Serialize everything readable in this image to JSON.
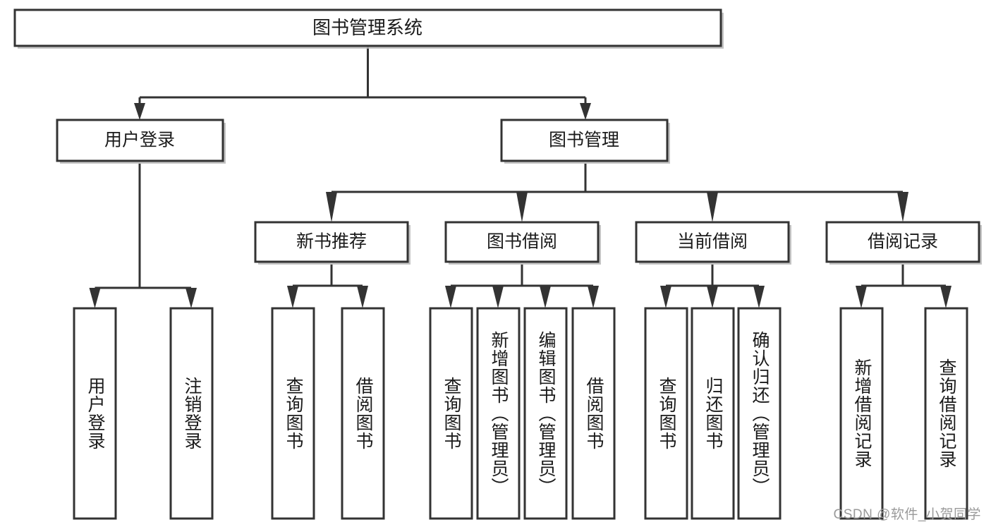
{
  "diagram": {
    "title": "图书管理系统",
    "type": "tree-hierarchy-diagram",
    "watermark": "CSDN @软件_小贺同学",
    "colors": {
      "box_stroke": "#333333",
      "box_fill": "#ffffff",
      "shadow": "#b8b8b8",
      "text": "#1a1a1a",
      "watermark_text": "#9a9a9a",
      "background": "#ffffff"
    },
    "levels": {
      "root": {
        "label": "图书管理系统"
      },
      "level2": [
        {
          "id": "user-login",
          "label": "用户登录"
        },
        {
          "id": "book-management",
          "label": "图书管理"
        }
      ],
      "level3": [
        {
          "id": "new-book-recommend",
          "label": "新书推荐",
          "parent": "book-management"
        },
        {
          "id": "book-borrow",
          "label": "图书借阅",
          "parent": "book-management"
        },
        {
          "id": "current-borrow",
          "label": "当前借阅",
          "parent": "book-management"
        },
        {
          "id": "borrow-record",
          "label": "借阅记录",
          "parent": "book-management"
        }
      ],
      "leaves": [
        {
          "id": "leaf-user-login",
          "label": "用户登录",
          "parent": "user-login"
        },
        {
          "id": "leaf-logout-login",
          "label": "注销登录",
          "parent": "user-login"
        },
        {
          "id": "leaf-query-book-1",
          "label": "查询图书",
          "parent": "new-book-recommend"
        },
        {
          "id": "leaf-borrow-book-1",
          "label": "借阅图书",
          "parent": "new-book-recommend"
        },
        {
          "id": "leaf-query-book-2",
          "label": "查询图书",
          "parent": "book-borrow"
        },
        {
          "id": "leaf-add-book",
          "label": "新增图书（管理员）",
          "parent": "book-borrow"
        },
        {
          "id": "leaf-edit-book",
          "label": "编辑图书（管理员）",
          "parent": "book-borrow"
        },
        {
          "id": "leaf-borrow-book-2",
          "label": "借阅图书",
          "parent": "book-borrow"
        },
        {
          "id": "leaf-query-book-3",
          "label": "查询图书",
          "parent": "current-borrow"
        },
        {
          "id": "leaf-return-book",
          "label": "归还图书",
          "parent": "current-borrow"
        },
        {
          "id": "leaf-confirm-return",
          "label": "确认归还（管理员）",
          "parent": "current-borrow"
        },
        {
          "id": "leaf-add-record",
          "label": "新增借阅记录",
          "parent": "borrow-record"
        },
        {
          "id": "leaf-query-record",
          "label": "查询借阅记录",
          "parent": "borrow-record"
        }
      ]
    }
  }
}
